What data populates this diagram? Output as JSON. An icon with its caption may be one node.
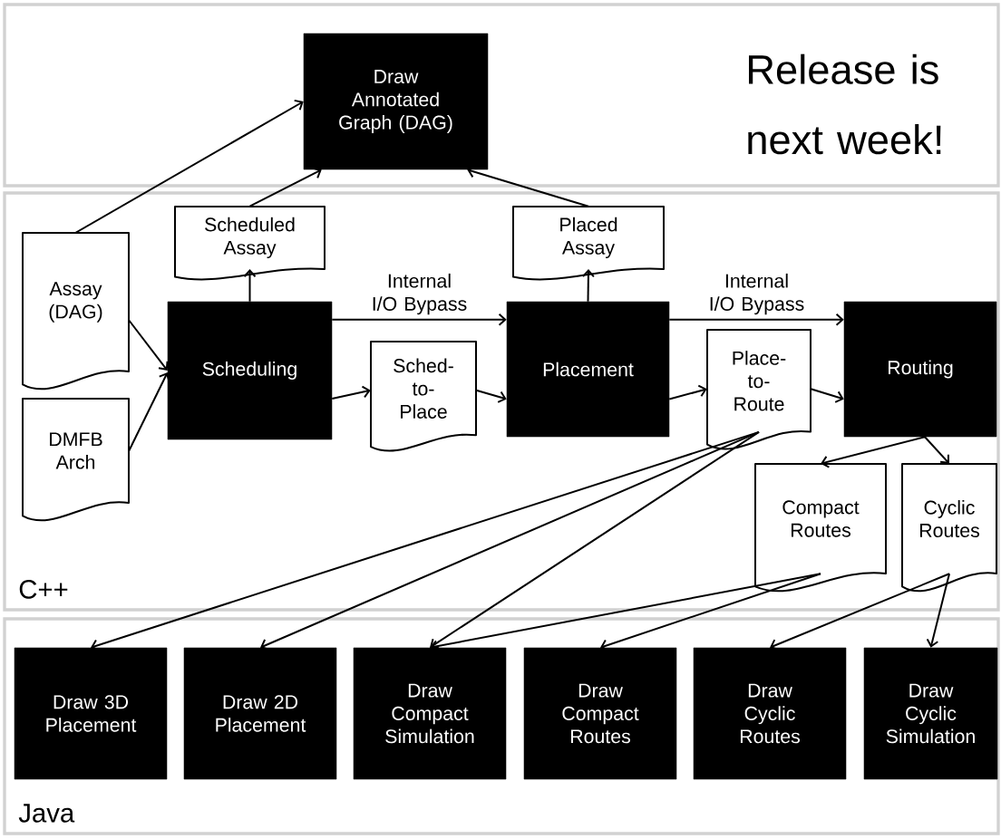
{
  "diagram": {
    "nodes": [
      {
        "text": [],
        "shape": "box"
      },
      {
        "text": [
          "Draw Annotated Graph (DAG)"
        ],
        "in": 0
      },
      {
        "text": [
          "C++"
        ]
      },
      {
        "text": [
          "Assay (DAG)"
        ],
        "in": 2
      },
      {
        "text": [
          "DMFB Arch"
        ],
        "in": 2
      },
      {
        "text": [
          "Scheduling"
        ],
        "in": 2
      },
      {
        "text": [
          "Scheduled Assay"
        ],
        "in": 2
      },
      {
        "text": [
          "Sched-to-Place"
        ],
        "in": 2
      },
      {
        "text": [
          "Placement"
        ],
        "in": 2
      },
      {
        "text": [
          "Placed Assay"
        ],
        "in": 2
      },
      {
        "text": [
          "Place-to-Route"
        ],
        "in": 2
      },
      {
        "text": [
          "Routing"
        ],
        "in": 2
      },
      {
        "text": [
          "Compact Routes"
        ],
        "in": 2
      },
      {
        "text": [
          "Cyclic Routes"
        ],
        "in": 2
      },
      {
        "text": [
          "Java"
        ]
      },
      {
        "text": [
          "Draw 3D Placement"
        ],
        "in": 14
      },
      {
        "text": [
          "Draw 2D Placement"
        ],
        "in": 14
      },
      {
        "text": [
          "Draw Compact Simulation"
        ],
        "in": 14
      },
      {
        "text": [
          "Draw Compact Routes"
        ],
        "in": 14
      },
      {
        "text": [
          "Draw Cyclic Routes"
        ],
        "in": 14
      },
      {
        "text": [
          "Draw Cyclic Simulation"
        ],
        "in": 14
      }
    ],
    "edges": [
      {
        "from": 3,
        "to": 1,
        "arrow": "to"
      },
      {
        "from": 6,
        "to": 1,
        "arrow": "to"
      },
      {
        "from": 9,
        "to": 1,
        "arrow": "to"
      },
      {
        "from": 3,
        "to": 5,
        "arrow": "to"
      },
      {
        "from": 4,
        "to": 5,
        "arrow": "to"
      },
      {
        "from": 5,
        "to": 6,
        "arrow": "to"
      },
      {
        "from": 5,
        "to": 8,
        "arrow": "to",
        "label": "Internal I/O Bypass"
      },
      {
        "from": 5,
        "to": 7,
        "arrow": "to"
      },
      {
        "from": 7,
        "to": 8,
        "arrow": "to"
      },
      {
        "from": 8,
        "to": 9,
        "arrow": "to"
      },
      {
        "from": 8,
        "to": 11,
        "arrow": "to",
        "label": "Internal I/O Bypass"
      },
      {
        "from": 8,
        "to": 10,
        "arrow": "to"
      },
      {
        "from": 10,
        "to": 11,
        "arrow": "to"
      },
      {
        "from": 11,
        "to": 12,
        "arrow": "to"
      },
      {
        "from": 11,
        "to": 13,
        "arrow": "to"
      },
      {
        "from": 10,
        "to": 15,
        "arrow": "to"
      },
      {
        "from": 10,
        "to": 16,
        "arrow": "to"
      },
      {
        "from": 10,
        "to": 17,
        "arrow": "to"
      },
      {
        "from": 12,
        "to": 17,
        "arrow": "to"
      },
      {
        "from": 12,
        "to": 18,
        "arrow": "to"
      },
      {
        "from": 13,
        "to": 19,
        "arrow": "to"
      },
      {
        "from": 13,
        "to": 20,
        "arrow": "to"
      }
    ],
    "labels": [
      "Release is next week!"
    ]
  }
}
